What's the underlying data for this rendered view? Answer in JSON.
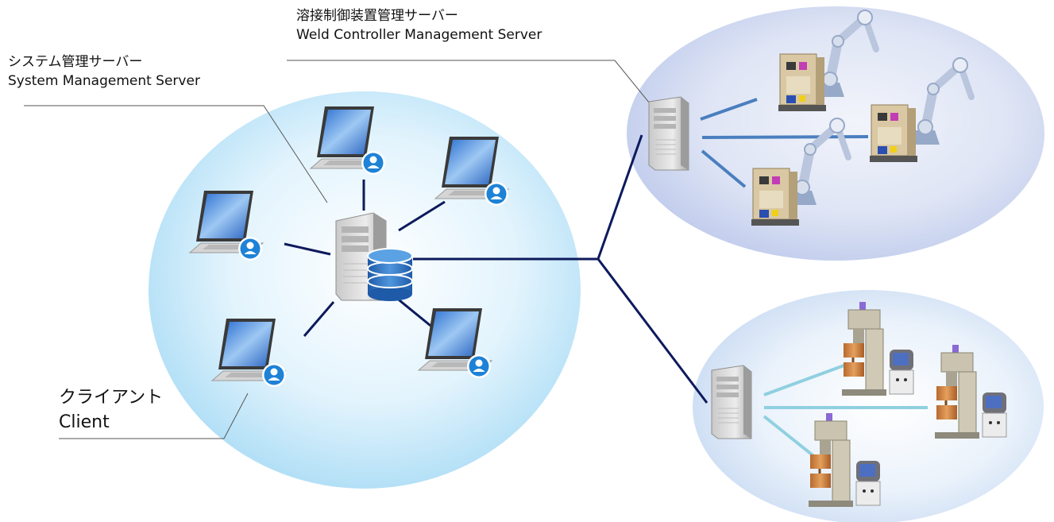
{
  "labels": {
    "system_server": {
      "jp": "システム管理サーバー",
      "en": "System Management Server"
    },
    "weld_server": {
      "jp": "溶接制御装置管理サーバー",
      "en": "Weld Controller Management Server"
    },
    "client": {
      "jp": "クライアント",
      "en": "Client"
    }
  },
  "colors": {
    "network_link": "#0d1a5c",
    "robot_link": "#4a7fbf",
    "spot_link": "#8fd0e0",
    "left_zone": "#a8dbf5",
    "right_zone": "#c3d0ee"
  },
  "icons": [
    "laptop-icon",
    "user-icon",
    "server-tower-icon",
    "database-icon",
    "weld-controller-icon",
    "robot-arm-icon",
    "spot-welder-icon"
  ]
}
